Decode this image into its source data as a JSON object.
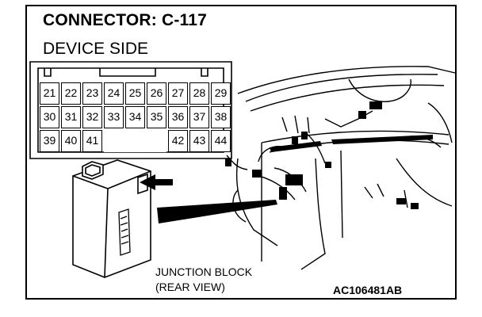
{
  "figure": {
    "title": "CONNECTOR: C-117",
    "subtitle": "DEVICE SIDE",
    "callout_lines": [
      "JUNCTION BLOCK",
      "(REAR VIEW)"
    ],
    "figure_code": "AC106481AB"
  },
  "connector": {
    "rows": [
      [
        "21",
        "22",
        "23",
        "24",
        "25",
        "26",
        "27",
        "28",
        "29"
      ],
      [
        "30",
        "31",
        "32",
        "33",
        "34",
        "35",
        "36",
        "37",
        "38"
      ],
      [
        "39",
        "40",
        "41",
        "42",
        "43",
        "44"
      ]
    ]
  },
  "colors": {
    "ink": "#000000",
    "paper": "#ffffff"
  }
}
